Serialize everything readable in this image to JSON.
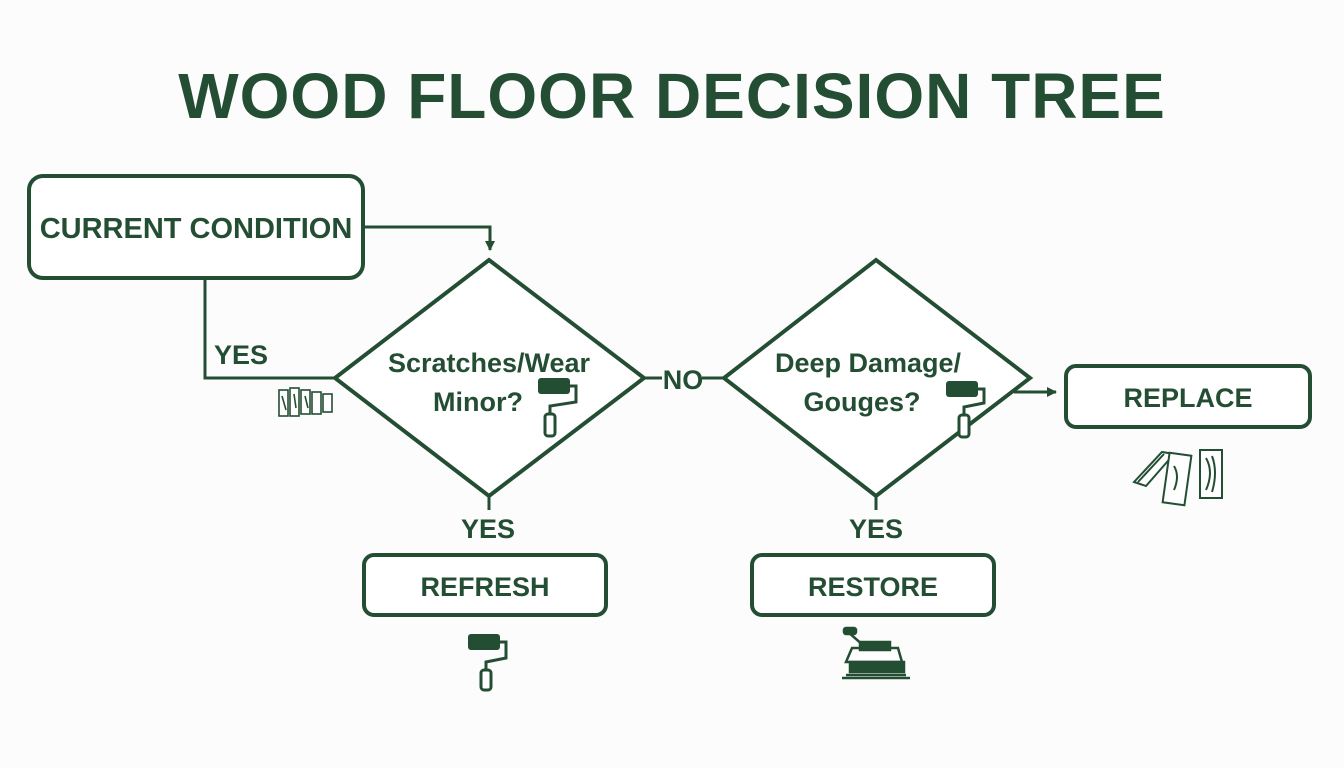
{
  "title": "WOOD FLOOR DECISION TREE",
  "colors": {
    "primary": "#244e33",
    "background": "#fbfcfb",
    "box_fill": "#ffffff"
  },
  "nodes": {
    "start": {
      "label": "CURRENT CONDITION"
    },
    "q1": {
      "line1": "Scratches/Wear",
      "line2": "Minor?"
    },
    "q2": {
      "line1": "Deep Damage/",
      "line2": "Gouges?"
    },
    "refresh": {
      "label": "REFRESH"
    },
    "restore": {
      "label": "RESTORE"
    },
    "replace": {
      "label": "REPLACE"
    }
  },
  "edges": {
    "start_yes": "YES",
    "q1_no": "NO",
    "q1_yes": "YES",
    "q2_yes": "YES"
  },
  "icons": {
    "start": "wood-planks-icon",
    "q1": "paint-roller-icon",
    "q2": "paint-roller-icon",
    "refresh": "paint-roller-icon",
    "restore": "floor-sander-icon",
    "replace": "wood-planks-icon"
  }
}
